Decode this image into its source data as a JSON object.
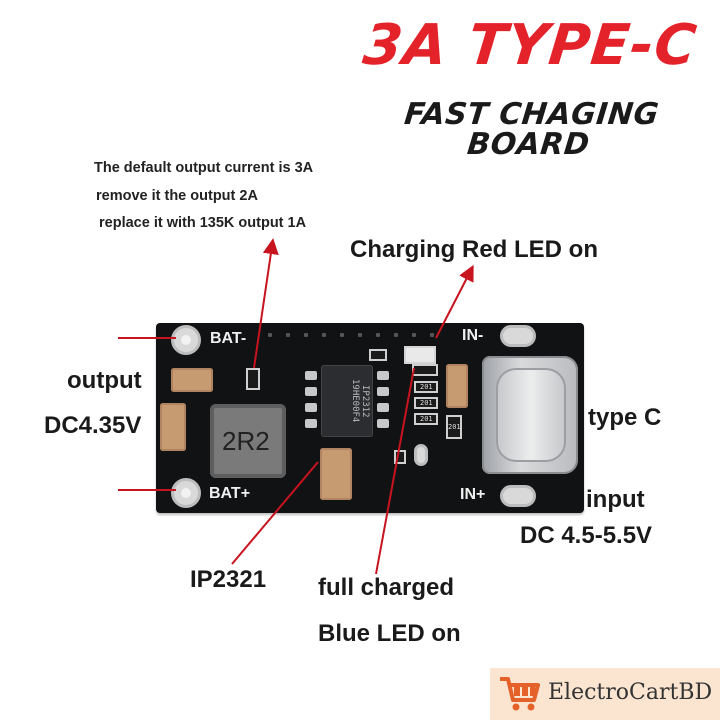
{
  "title": {
    "line1": "3A TYPE-C",
    "line2": "FAST CHAGING BOARD"
  },
  "note": {
    "line1": "The default output current is 3A",
    "line2": "remove it the output 2A",
    "line3": "replace it with 135K output 1A"
  },
  "labels": {
    "charging_led": "Charging Red LED on",
    "output_line1": "output",
    "output_line2": "DC4.35V",
    "type_c": "type C",
    "input_line1": "input",
    "input_line2": "DC 4.5-5.5V",
    "chip": "IP2321",
    "full_line1": "full charged",
    "full_line2": "Blue LED on"
  },
  "board": {
    "bat_minus": "BAT-",
    "bat_plus": "BAT+",
    "in_minus": "IN-",
    "in_plus": "IN+",
    "inductor": "2R2",
    "chip_marking": "IP2312 19HE00F4",
    "resistor_codes": [
      "201",
      "201",
      "201",
      "201"
    ]
  },
  "logo": {
    "text": "ElectroCartBD"
  },
  "colors": {
    "title_red": "#e4222a",
    "arrow_red": "#c8141e",
    "board_black": "#111214",
    "logo_bg": "#fbe4d0",
    "cart_orange": "#e5612a"
  }
}
